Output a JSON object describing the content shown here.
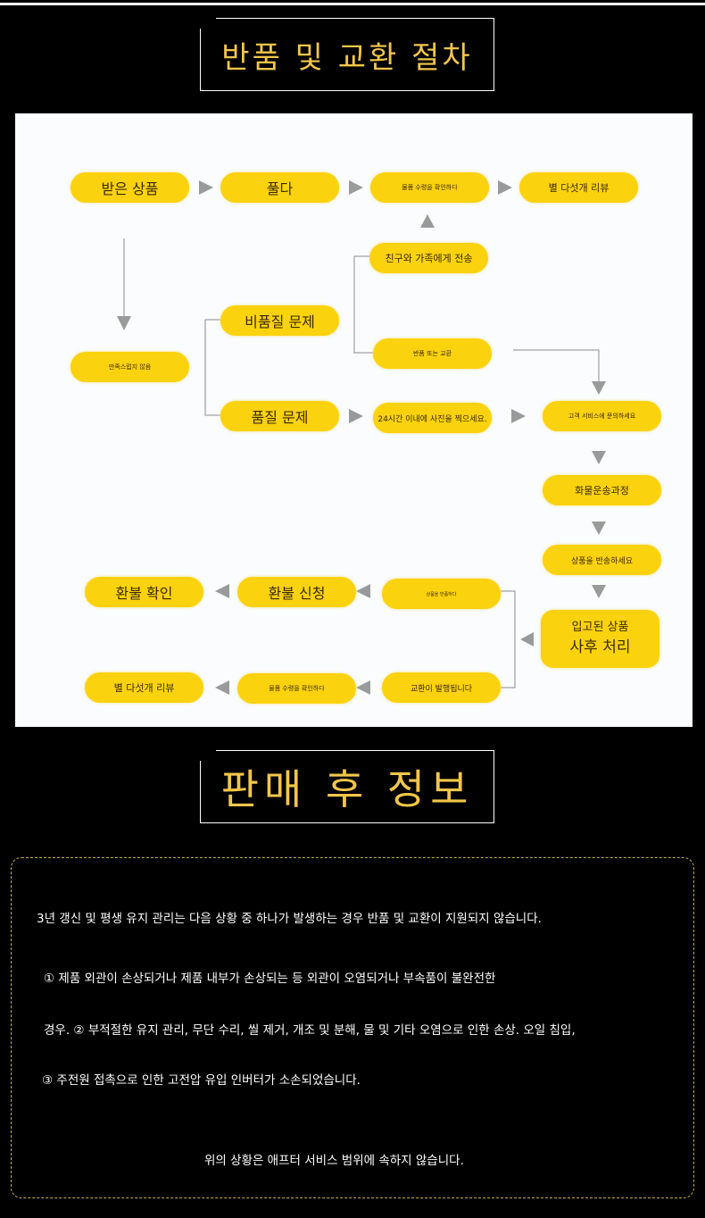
{
  "section1_title": "반품 및 교환 절차",
  "section2_title": "판매 후 정보",
  "flow": {
    "received": "받은 상품",
    "unpack": "풀다",
    "confirm_receipt": "물품 수령을 확인하다",
    "five_star": "별 다섯개 리뷰",
    "share": "친구와 가족에게 전송",
    "non_quality": "비품질 문제",
    "return_or_exchange": "반품 또는 교환",
    "unsatisfied": "만족스럽지 않음",
    "quality": "품질 문제",
    "photo": "24시간 이내에 사진을 찍으세요.",
    "contact_cs": "고객 서비스에 문의하세요",
    "shipping": "화물운송과정",
    "send_back": "상품을 반송하세요",
    "warehoused_1": "입고된 상품",
    "warehoused_2": "사후 처리",
    "refund_confirm": "환불 확인",
    "refund_request": "환불 신청",
    "return_item": "상품을 반품하다",
    "five_star_2": "별 다섯개 리뷰",
    "confirm_receipt_2": "물품 수령을 확인하다",
    "exchange_issued": "교환이 발행됩니다"
  },
  "notes": {
    "intro": "3년 갱신 및 평생 유지 관리는 다음 상황 중 하나가 발생하는 경우 반품 및 교환이 지원되지 않습니다.",
    "item1": "① 제품 외관이 손상되거나 제품 내부가 손상되는 등 외관이 오염되거나 부속품이 불완전한",
    "item2": "경우. ② 부적절한 유지 관리, 무단 수리, 씰 제거, 개조 및 분해, 물 및 기타 오염으로 인한 손상. 오일 침입,",
    "item3": "③ 주전원 접촉으로 인한 고전압 유입 인버터가 소손되었습니다.",
    "footer": "위의 상황은 애프터 서비스 범위에 속하지 않습니다."
  },
  "colors": {
    "accent": "#fbd20e",
    "title": "#f2c64a",
    "arrow": "#9a9a9a"
  }
}
